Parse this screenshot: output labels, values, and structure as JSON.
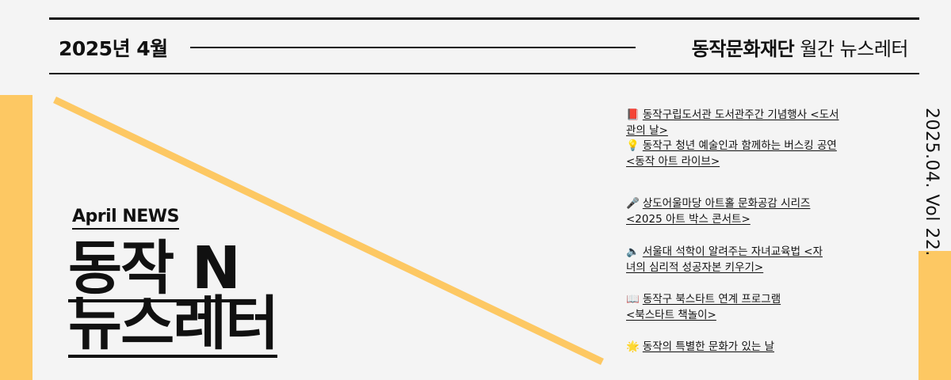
{
  "header": {
    "issue_date": "2025년 4월",
    "publisher_bold": "동작문화재단",
    "publisher_rest": " 월간 뉴스레터"
  },
  "colors": {
    "accent": "#fdc863",
    "text": "#111111",
    "background": "#f4f4f4"
  },
  "hero": {
    "kicker": "April NEWS",
    "title_line1": "동작 N",
    "title_line2": "뉴스레터"
  },
  "volume": "2025.04. Vol 22.",
  "news": [
    {
      "icon": "📕",
      "line1": "동작구립도서관 도서관주간 기념행사 <도서관의 날>",
      "line2": ""
    },
    {
      "icon": "💡",
      "line1": "동작구 청년 예술인과 함께하는 버스킹 공연",
      "line2": "<동작 아트 라이브>"
    },
    {
      "icon": "🎤",
      "line1": "상도어울마당 아트홀 문화공감 시리즈",
      "line2": "<2025 아트 박스 콘서트>"
    },
    {
      "icon": "🔈",
      "line1": "서울대 석학이 알려주는 자녀교육법 <자",
      "line2": "녀의 심리적 성공자본 키우기>"
    },
    {
      "icon": "📖",
      "line1": "동작구 북스타트 연계 프로그램",
      "line2": "<북스타트 책놀이>"
    },
    {
      "icon": "🌟",
      "line1": "동작의 특별한 문화가 있는 날",
      "line2": ""
    }
  ]
}
